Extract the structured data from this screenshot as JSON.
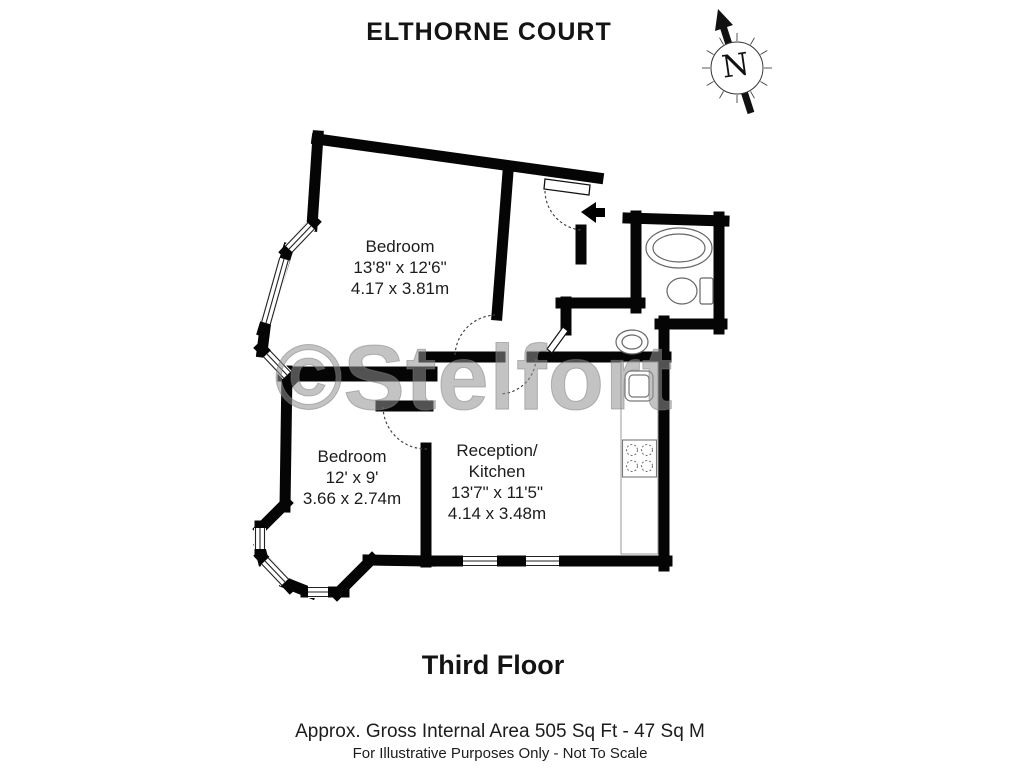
{
  "title": "ELTHORNE COURT",
  "compass": {
    "letter": "N"
  },
  "watermark": "©Stelfort",
  "rooms": [
    {
      "name": "Bedroom",
      "imperial": "13'8\" x 12'6\"",
      "metric": "4.17 x 3.81m"
    },
    {
      "name": "Bedroom",
      "imperial": "12' x 9'",
      "metric": "3.66 x 2.74m"
    },
    {
      "name": "Reception/",
      "name2": "Kitchen",
      "imperial": "13'7\" x 11'5\"",
      "metric": "4.14 x 3.48m"
    }
  ],
  "floor_label": "Third Floor",
  "area_note": "Approx. Gross Internal Area 505 Sq Ft - 47 Sq M",
  "disclaimer": "For Illustrative Purposes Only - Not To Scale"
}
